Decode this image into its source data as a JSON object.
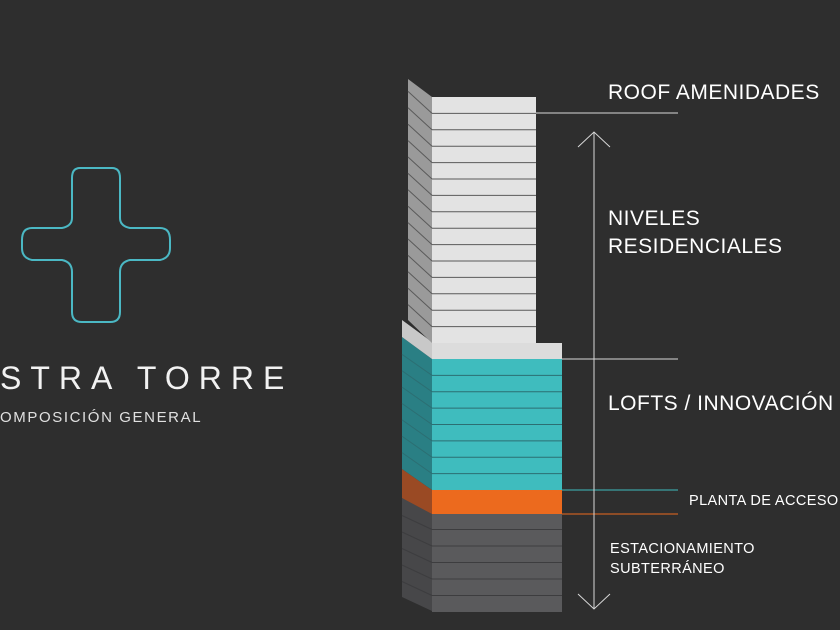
{
  "brand": {
    "title": "STRA TORRE",
    "subtitle": "OMPOSICIÓN GENERAL",
    "logo_color": "#4bb8c4"
  },
  "levels": [
    {
      "id": "roof",
      "label": "ROOF AMENIDADES"
    },
    {
      "id": "residential",
      "label_line1": "NIVELES",
      "label_line2": "RESIDENCIALES"
    },
    {
      "id": "lofts",
      "label": "LOFTS / INNOVACIÓN"
    },
    {
      "id": "access",
      "label": "PLANTA DE ACCESO"
    },
    {
      "id": "parking",
      "label_line1": "ESTACIONAMIENTO",
      "label_line2": "SUBTERRÁNEO"
    }
  ],
  "colors": {
    "background": "#2e2e2e",
    "residential_front": "#e3e3e3",
    "residential_side": "#9a9a9a",
    "lofts_front": "#3fbcbe",
    "lofts_side": "#2a7f84",
    "access_front": "#ec6a1e",
    "access_side": "#9a4a24",
    "parking_front": "#5a5a5c",
    "parking_side": "#474749",
    "line": "#d8d8d8"
  }
}
